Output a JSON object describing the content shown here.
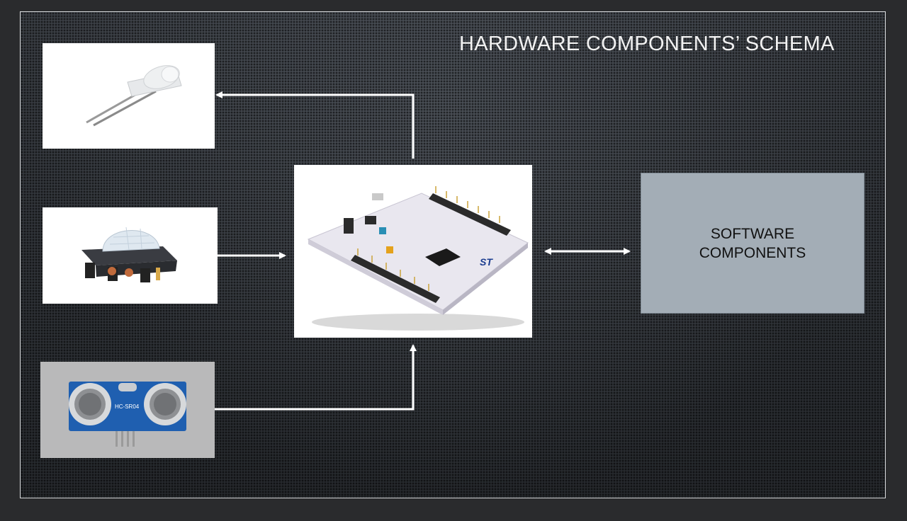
{
  "title": "HARDWARE COMPONENTS’ SCHEMA",
  "software_box": {
    "label": "SOFTWARE COMPONENTS"
  },
  "components": {
    "led": "led-icon",
    "pir_sensor": "pir-motion-sensor-icon",
    "ultrasonic_sensor": "ultrasonic-sensor-icon",
    "board": "microcontroller-board-icon"
  },
  "ultrasonic_sensor_marking": "HC-SR04",
  "colors": {
    "background": "#2c2f33",
    "arrow": "#ffffff",
    "software_box": "#a3adb6",
    "title": "#f2f2f2"
  }
}
